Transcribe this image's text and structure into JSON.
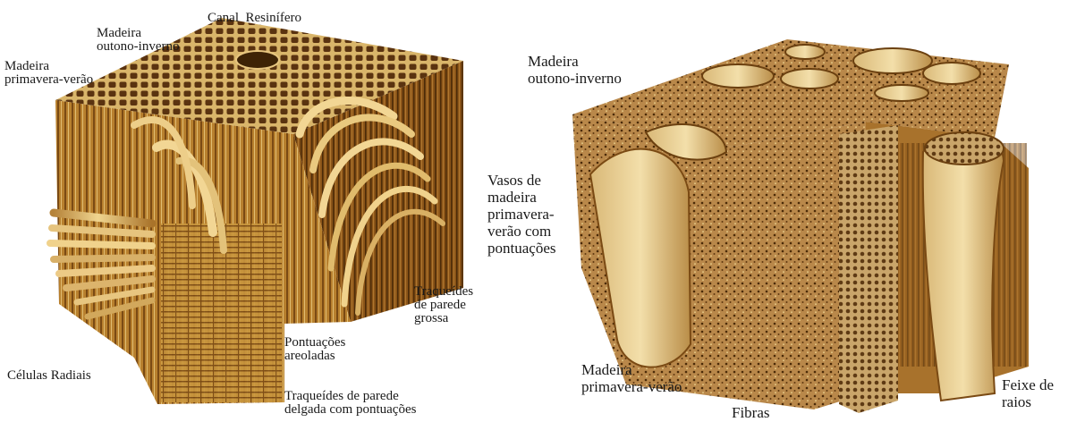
{
  "left_block": {
    "labels": {
      "canal_resinifero": "Canal  Resinífero",
      "madeira_outono_inverno": "Madeira\noutono-inverno",
      "madeira_primavera_verao": "Madeira\nprimavera-verão",
      "celulas_radiais": "Células Radiais",
      "pontuacoes_areoladas": "Pontuações\nareoladas",
      "traqueides_parede_delgada": "Traqueídes de parede\ndelgada com pontuações",
      "traqueides_parede_grossa": "Traqueídes\nde parede\ngrossa"
    }
  },
  "right_block": {
    "labels": {
      "madeira_outono_inverno": "Madeira\noutono-inverno",
      "vasos_de_madeira": "Vasos de\nmadeira\nprimavera-\nverão com\npontuações",
      "madeira_primavera_verao": "Madeira\nprimavera-verão",
      "fibras": "Fibras",
      "feixe_de_raios": "Feixe de\nraios"
    }
  },
  "colors": {
    "wood_light": "#e3c47c",
    "wood_mid": "#c08a3a",
    "wood_dark": "#7a4a14",
    "wood_deep": "#4a2a08"
  }
}
